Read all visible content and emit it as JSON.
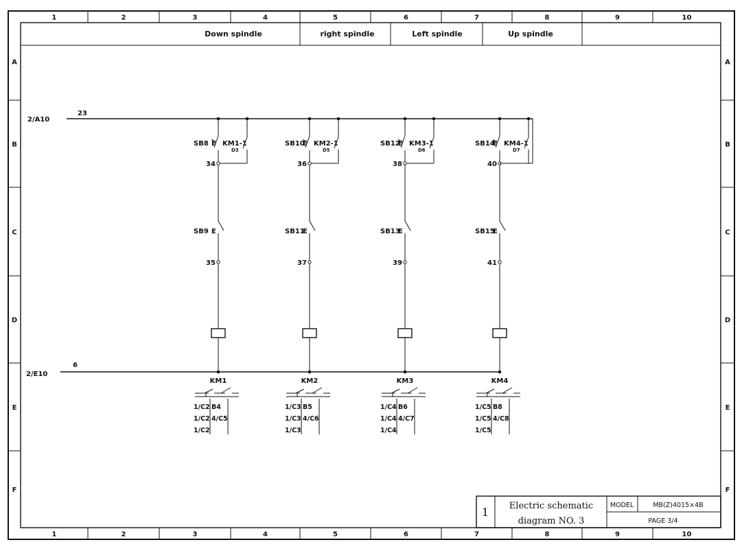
{
  "column_numbers": [
    "1",
    "2",
    "3",
    "4",
    "5",
    "6",
    "7",
    "8",
    "9",
    "10"
  ],
  "row_letters": [
    "A",
    "B",
    "C",
    "D",
    "E",
    "F"
  ],
  "header": {
    "sections": [
      "Down spindle",
      "right spindle",
      "Left spindle",
      "Up spindle"
    ]
  },
  "rails": {
    "top": {
      "ref": "2/A10",
      "wire": "23"
    },
    "bottom": {
      "ref": "2/E10",
      "wire": "6"
    }
  },
  "branches": [
    {
      "start_button": "SB8",
      "hold_contact": "KM1-1",
      "hold_ref": "D3",
      "node_a": "34",
      "stop_button": "SB9",
      "node_b": "35",
      "coil": "KM1",
      "refs_left": [
        "1/C2",
        "1/C2",
        "1/C2"
      ],
      "refs_right": [
        "B4",
        "4/C5"
      ]
    },
    {
      "start_button": "SB10",
      "hold_contact": "KM2-1",
      "hold_ref": "D5",
      "node_a": "36",
      "stop_button": "SB11",
      "node_b": "37",
      "coil": "KM2",
      "refs_left": [
        "1/C3",
        "1/C3",
        "1/C3"
      ],
      "refs_right": [
        "B5",
        "4/C6"
      ]
    },
    {
      "start_button": "SB12",
      "hold_contact": "KM3-1",
      "hold_ref": "D6",
      "node_a": "38",
      "stop_button": "SB13",
      "node_b": "39",
      "coil": "KM3",
      "refs_left": [
        "1/C4",
        "1/C4",
        "1/C4"
      ],
      "refs_right": [
        "B6",
        "4/C7"
      ]
    },
    {
      "start_button": "SB14",
      "hold_contact": "KM4-1",
      "hold_ref": "D7",
      "node_a": "40",
      "stop_button": "SB15",
      "node_b": "41",
      "coil": "KM4",
      "refs_left": [
        "1/C5",
        "1/C5",
        "1/C5"
      ],
      "refs_right": [
        "B8",
        "4/C8"
      ]
    }
  ],
  "title_block": {
    "sheet_no": "1",
    "title_line1": "Electric schematic",
    "title_line2": "diagram NO. 3",
    "model_label": "MODEL",
    "model_value": "MB(Z)4015×4B",
    "page": "PAGE 3/4"
  }
}
